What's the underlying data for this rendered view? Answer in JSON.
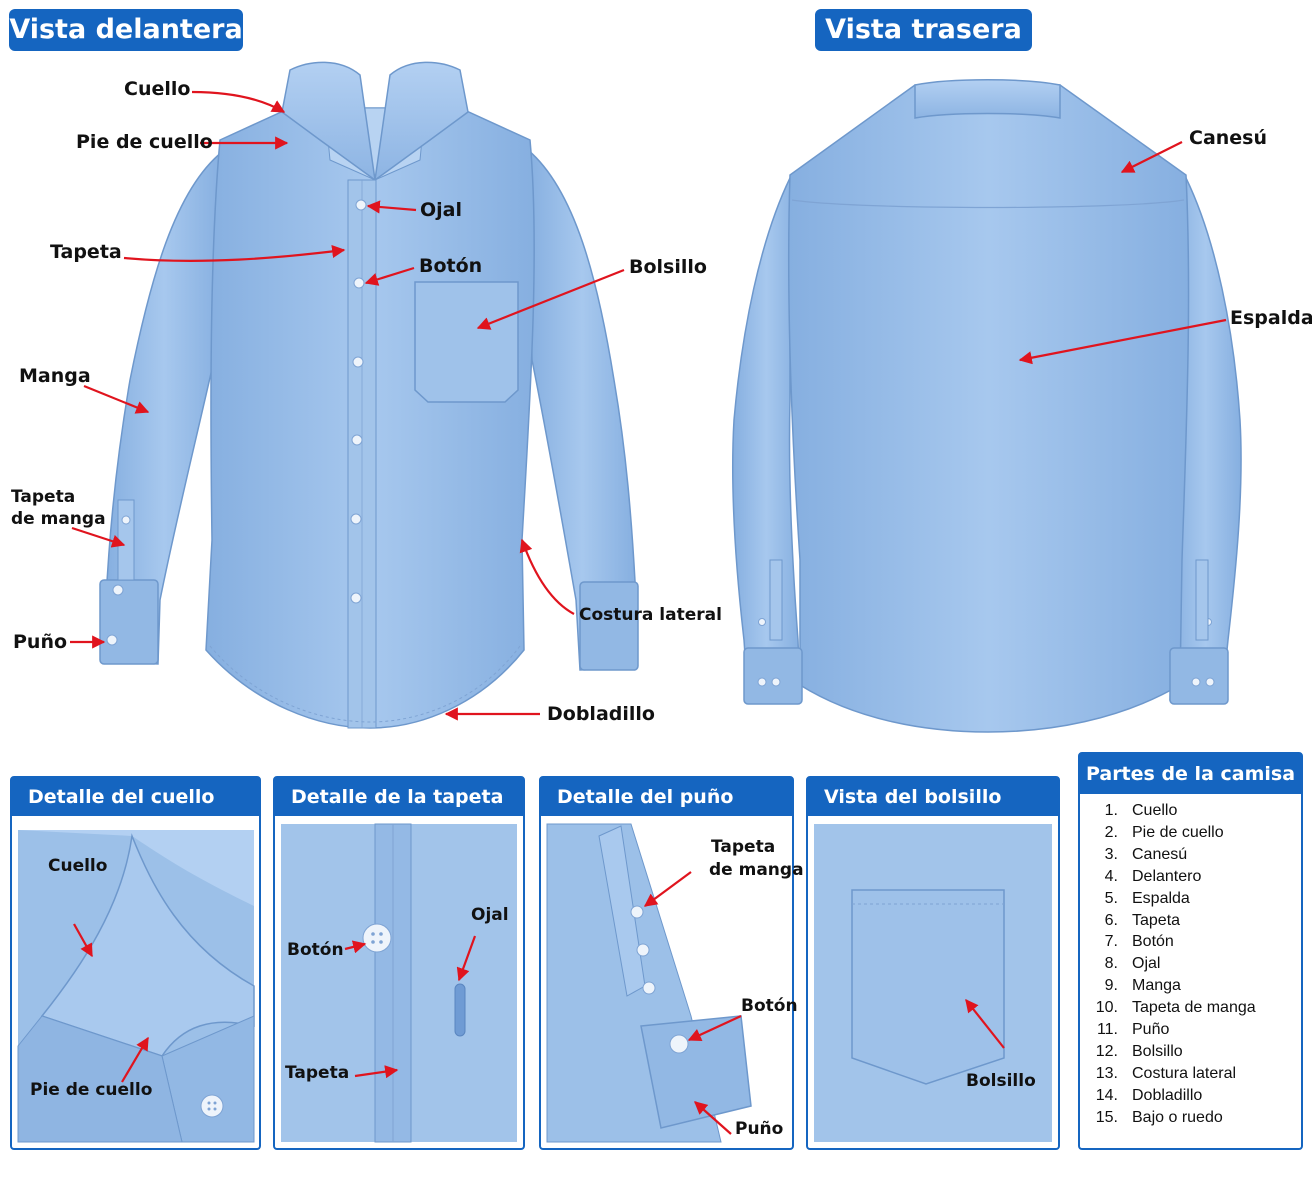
{
  "headers": {
    "front": "Vista delantera",
    "back": "Vista trasera"
  },
  "front_labels": {
    "cuello": "Cuello",
    "pie_de_cuello": "Pie de cuello",
    "ojal": "Ojal",
    "tapeta": "Tapeta",
    "boton": "Botón",
    "bolsillo": "Bolsillo",
    "manga": "Manga",
    "tapeta_de_manga_1": "Tapeta",
    "tapeta_de_manga_2": "de manga",
    "costura_lateral": "Costura lateral",
    "puno": "Puño",
    "dobladillo": "Dobladillo"
  },
  "back_labels": {
    "canesu": "Canesú",
    "espalda": "Espalda"
  },
  "panels": {
    "collar": {
      "title": "Detalle del cuello",
      "label_cuello": "Cuello",
      "label_pie": "Pie de cuello"
    },
    "placket": {
      "title": "Detalle de la tapeta",
      "label_boton": "Botón",
      "label_ojal": "Ojal",
      "label_tapeta": "Tapeta"
    },
    "cuff": {
      "title": "Detalle del puño",
      "label_tapeta_1": "Tapeta",
      "label_tapeta_2": "de manga",
      "label_boton": "Botón",
      "label_puno": "Puño"
    },
    "pocket": {
      "title": "Vista del bolsillo",
      "label_bolsillo": "Bolsillo"
    }
  },
  "legend": {
    "title": "Partes de la camisa",
    "items": [
      {
        "num": "1.",
        "label": "Cuello"
      },
      {
        "num": "2.",
        "label": "Pie de cuello"
      },
      {
        "num": "3.",
        "label": "Canesú"
      },
      {
        "num": "4.",
        "label": "Delantero"
      },
      {
        "num": "5.",
        "label": "Espalda"
      },
      {
        "num": "6.",
        "label": "Tapeta"
      },
      {
        "num": "7.",
        "label": "Botón"
      },
      {
        "num": "8.",
        "label": "Ojal"
      },
      {
        "num": "9.",
        "label": "Manga"
      },
      {
        "num": "10.",
        "label": "Tapeta de manga"
      },
      {
        "num": "11.",
        "label": "Puño"
      },
      {
        "num": "12.",
        "label": "Bolsillo"
      },
      {
        "num": "13.",
        "label": "Costura lateral"
      },
      {
        "num": "14.",
        "label": "Dobladillo"
      },
      {
        "num": "15.",
        "label": "Bajo o ruedo"
      }
    ]
  },
  "colors": {
    "header_blue": "#1565c0",
    "shirt_blue": "#9cc0e8",
    "arrow_red": "#e0141e"
  }
}
